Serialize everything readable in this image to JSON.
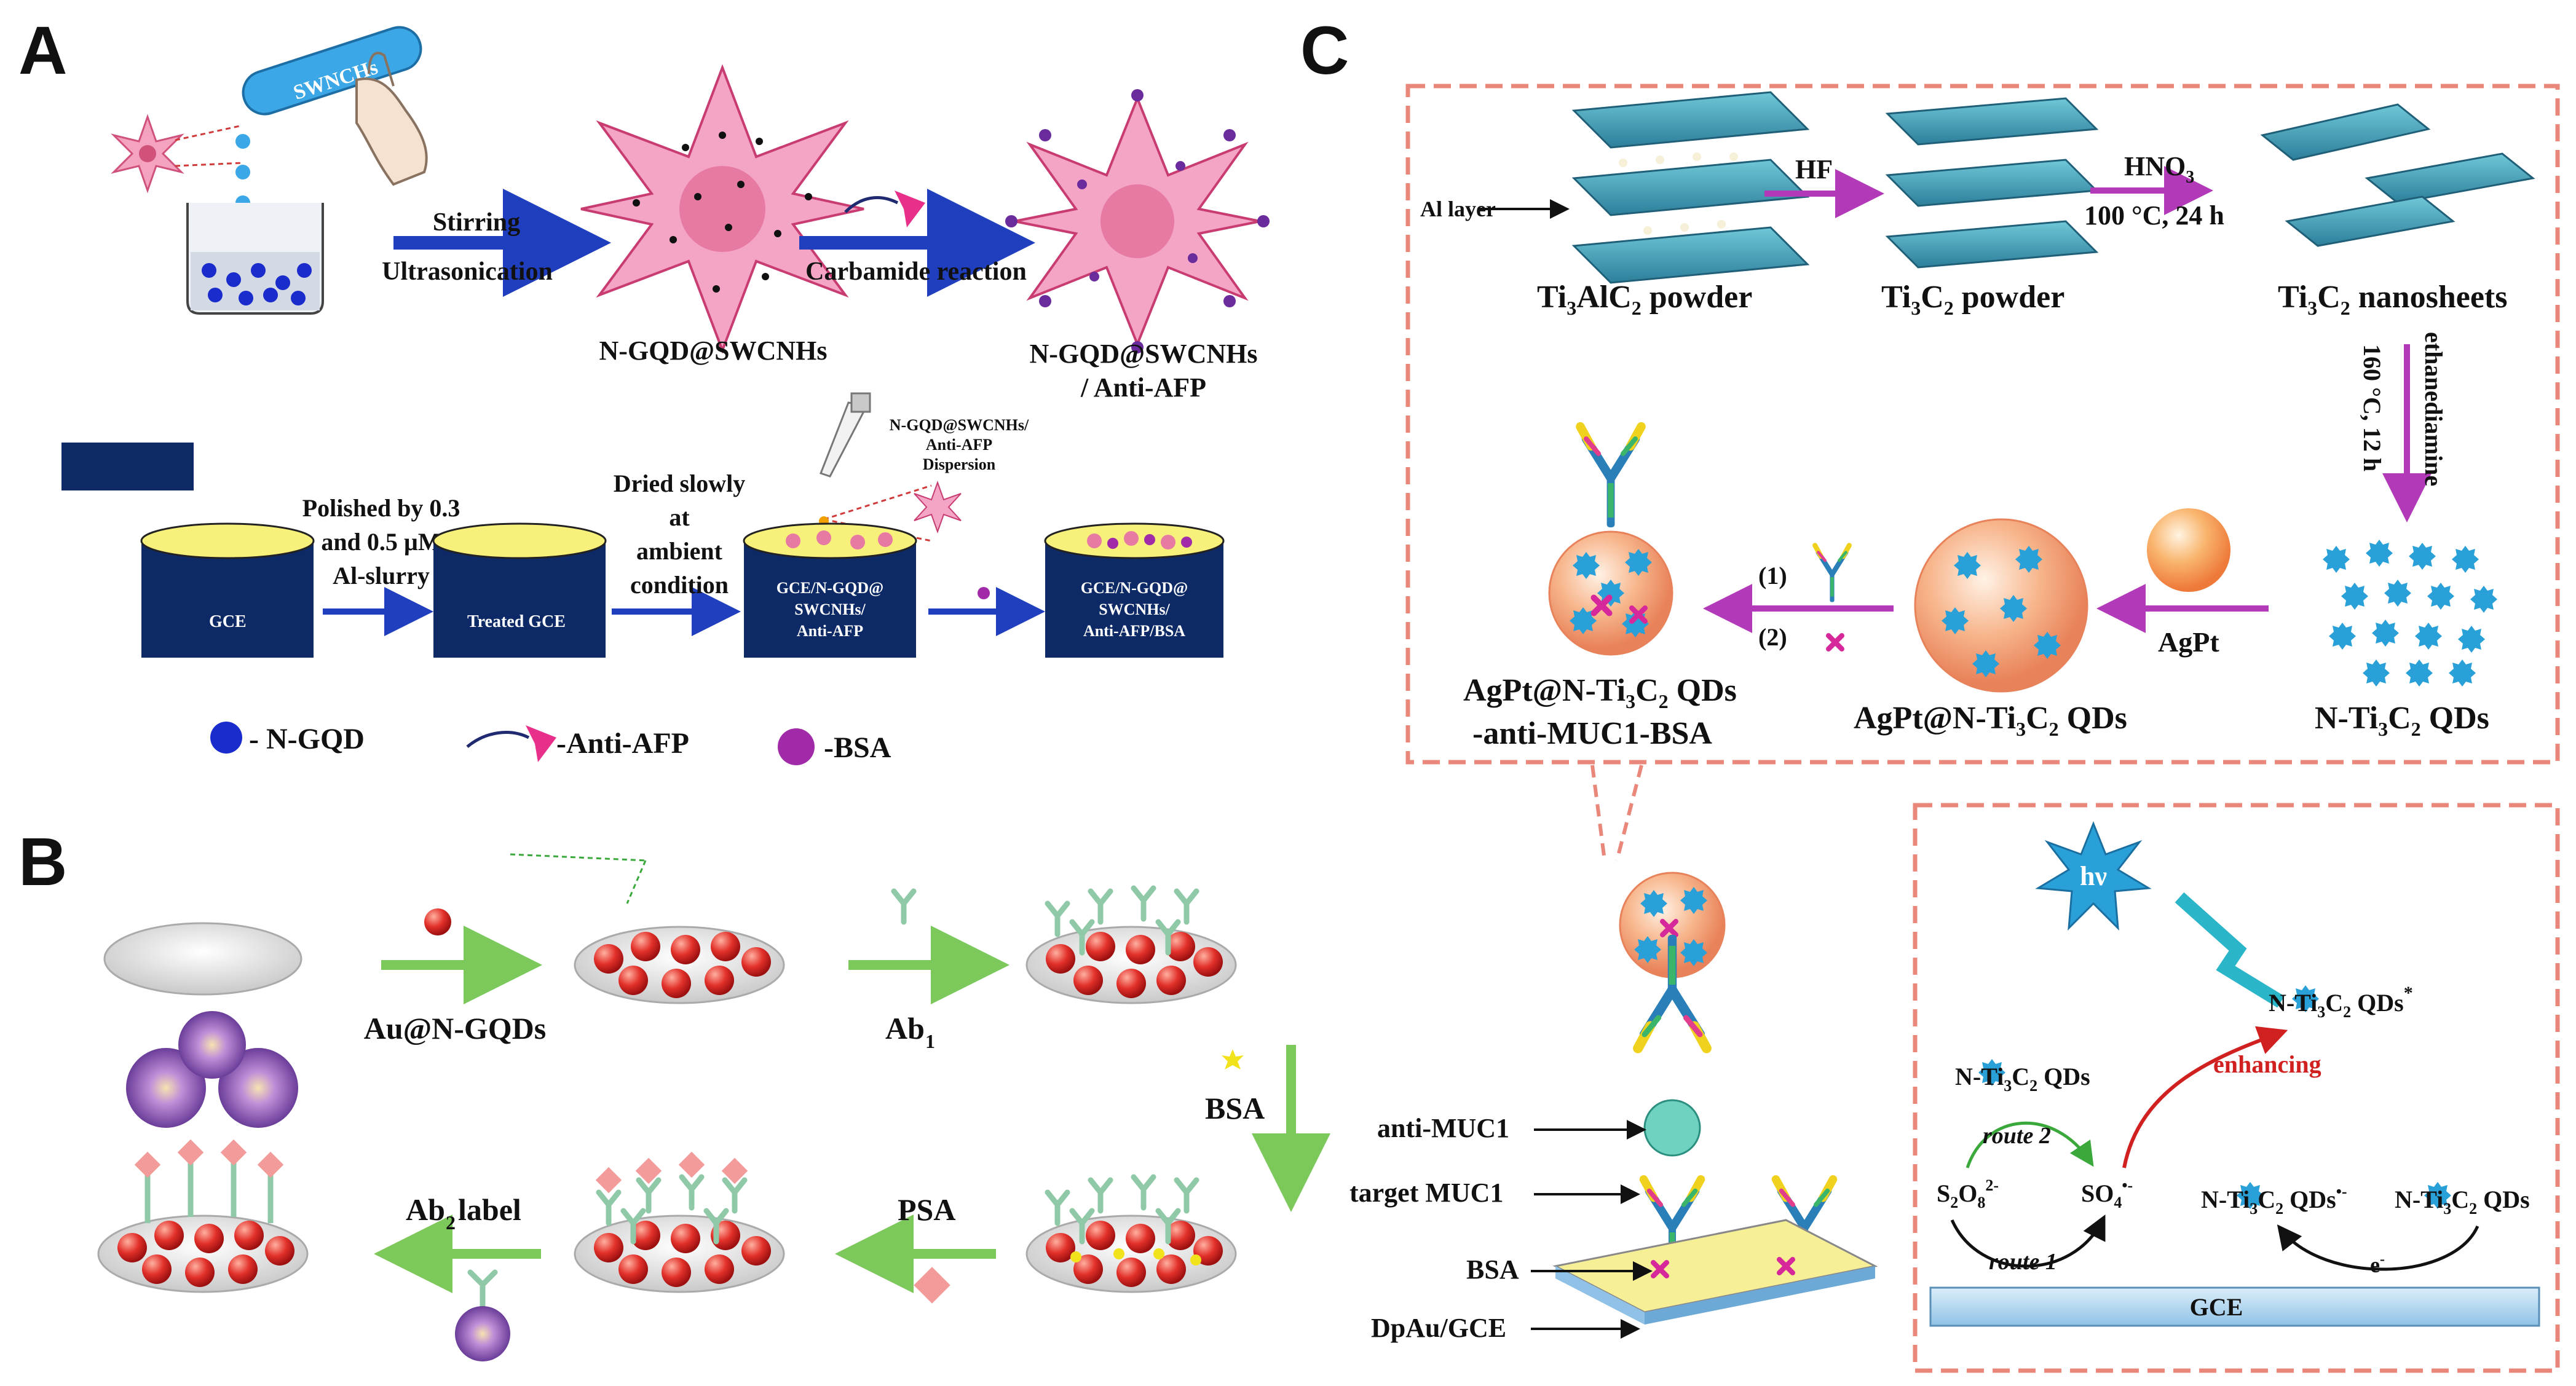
{
  "panels": {
    "a": "A",
    "b": "B",
    "c": "C"
  },
  "panel_a": {
    "tube": "SWNCHs",
    "step1_top": "Stirring",
    "step1_bottom": "Ultrasonication",
    "product1": "N-GQD@SWCNHs",
    "step2": "Carbamide reaction",
    "product2_line1": "N-GQD@SWCNHs",
    "product2_line2": "/ Anti-AFP",
    "polish_line1": "Polished by 0.3",
    "polish_line2": "and 0.5 µM",
    "polish_line3": "Al-slurry",
    "dried_line1": "Dried slowly",
    "dried_line2": "at",
    "dried_line3": "ambient",
    "dried_line4": "condition",
    "dispersion_line1": "N-GQD@SWCNHs/",
    "dispersion_line2": "Anti-AFP",
    "dispersion_line3": "Dispersion",
    "electrode1": "GCE",
    "electrode2": "Treated GCE",
    "electrode3_line1": "GCE/N-GQD@",
    "electrode3_line2": "SWCNHs/",
    "electrode3_line3": "Anti-AFP",
    "electrode4_line1": "GCE/N-GQD@",
    "electrode4_line2": "SWCNHs/",
    "electrode4_line3": "Anti-AFP/BSA",
    "legend_ngqd": "- N-GQD",
    "legend_antiafp": "-Anti-AFP",
    "legend_bsa": "-BSA"
  },
  "panel_b": {
    "step1": "Au@N-GQDs",
    "step2": "Ab",
    "step2_sub": "1",
    "step3": "BSA",
    "step4": "PSA",
    "step5": "Ab",
    "step5_sub": "2",
    "step5_suffix": " label"
  },
  "panel_c": {
    "al_layer": "Al layer",
    "hf": "HF",
    "hno3": "HNO",
    "hno3_sub": "3",
    "cond1": "100 °C, 24 h",
    "mat1": "Ti",
    "mat1_a": "3",
    "mat1_b": "AlC",
    "mat1_c": "2",
    "mat1_d": " powder",
    "mat2": "Ti",
    "mat2_a": "3",
    "mat2_b": "C",
    "mat2_c": "2",
    "mat2_d": " powder",
    "mat3": "Ti",
    "mat3_a": "3",
    "mat3_b": "C",
    "mat3_c": "2",
    "mat3_d": " nanosheets",
    "cond2": "160 °C, 12 h",
    "cond3": "ethanediamine",
    "qd_label": "N-Ti",
    "qd_a": "3",
    "qd_b": "C",
    "qd_c": "2",
    "qd_d": " QDs",
    "agpt": "AgPt",
    "agpt_qd": "AgPt@N-Ti",
    "agpt_qd_a": "3",
    "agpt_qd_b": "C",
    "agpt_qd_c": "2",
    "agpt_qd_d": " QDs",
    "step_1": "(1)",
    "step_2": "(2)",
    "final_line1": "AgPt@N-Ti",
    "final_line1_a": "3",
    "final_line1_b": "C",
    "final_line1_c": "2",
    "final_line1_d": " QDs",
    "final_line2": "-anti-MUC1-BSA",
    "anti_muc1": "anti-MUC1",
    "target_muc1": "target MUC1",
    "bsa": "BSA",
    "dpau": "DpAu/GCE",
    "hv": "hν",
    "excited": "N-Ti",
    "excited_a": "3",
    "excited_b": "C",
    "excited_c": "2",
    "excited_d": " QDs",
    "excited_star": "*",
    "ground_top": "N-Ti",
    "ground_top_a": "3",
    "ground_top_b": "C",
    "ground_top_c": "2",
    "ground_top_d": " QDs",
    "enhancing": "enhancing",
    "route2": "route 2",
    "route1": "route 1",
    "s2o8": "S",
    "s2o8_a": "2",
    "s2o8_b": "O",
    "s2o8_c": "8",
    "s2o8_d": "2-",
    "so4": "SO",
    "so4_a": "4",
    "so4_b": "•-",
    "radical": "N-Ti",
    "radical_a": "3",
    "radical_b": "C",
    "radical_c": "2",
    "radical_d": " QDs",
    "radical_e": "•-",
    "ground_right": "N-Ti",
    "ground_right_a": "3",
    "ground_right_b": "C",
    "ground_right_c": "2",
    "ground_right_d": " QDs",
    "electron": "e",
    "electron_sup": "-",
    "gce": "GCE"
  },
  "colors": {
    "arrow_blue": "#1f3fbf",
    "arrow_pink": "#b23ab8",
    "arrow_green": "#7dc85a",
    "dash_red": "#e8877a",
    "electrode_top": "#f7f07a",
    "electrode_body": "#0d2a66",
    "gold_sphere": "#d6312f",
    "qd_blue": "#2aa0d8"
  }
}
